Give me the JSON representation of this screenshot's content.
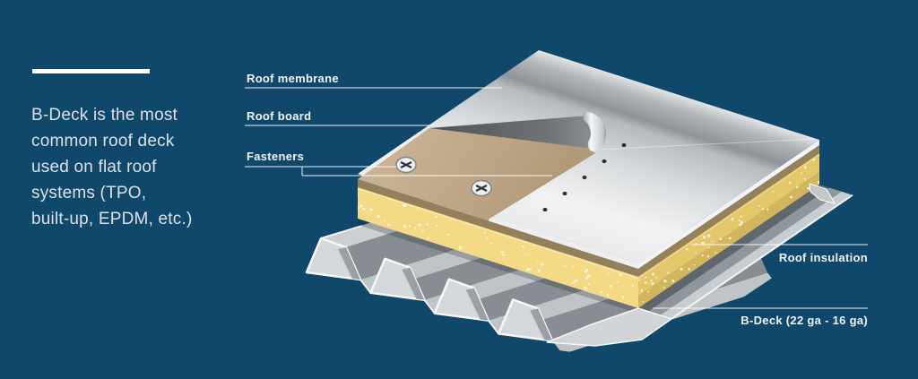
{
  "intro": {
    "lines": [
      "B-Deck is the most",
      "common roof deck",
      "used on flat roof",
      "systems (TPO,",
      "built-up, EPDM, etc.)"
    ]
  },
  "labels": {
    "membrane": "Roof membrane",
    "board": "Roof board",
    "fasteners": "Fasteners",
    "insulation": "Roof insulation",
    "bdeck": "B-Deck (22 ga - 16 ga)"
  },
  "materials": {
    "background": "#0F486B",
    "membrane_silver": "#d9dcde",
    "roof_board_tan": "#bda584",
    "insulation_yellow": "#f2d67c",
    "deck_gray": "#ccd0d3",
    "fastener_dark": "#2f3438",
    "label_text": "#f1f4f6",
    "intro_text": "#dce1e5",
    "divider": "#ffffff"
  }
}
